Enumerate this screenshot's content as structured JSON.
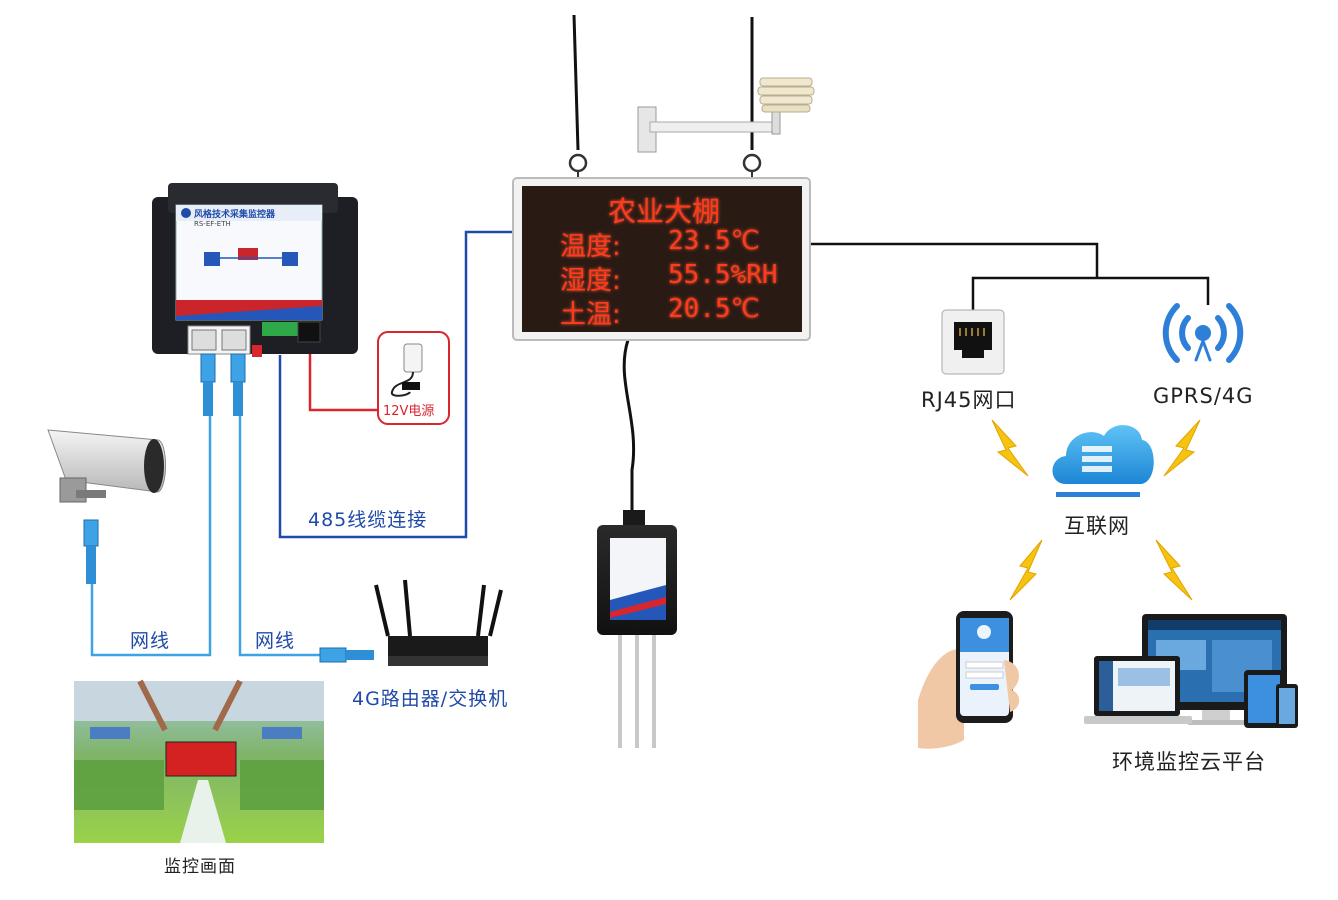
{
  "display": {
    "title": "农业大棚",
    "rows": [
      {
        "label": "温度:",
        "value": "23.5℃"
      },
      {
        "label": "湿度:",
        "value": "55.5%RH"
      },
      {
        "label": "土温:",
        "value": "20.5℃"
      }
    ]
  },
  "controller": {
    "brand": "风格技术采集监控器",
    "brand_en": "RS-EF-ETH"
  },
  "power_label": "12V电源",
  "cable_label": "485线缆连接",
  "net_cable_left": "网线",
  "net_cable_right": "网线",
  "router_label": "4G路由器/交换机",
  "monitor_label": "监控画面",
  "rj45_label": "RJ45网口",
  "gprs_label": "GPRS/4G",
  "internet_label": "互联网",
  "cloud_label": "环境监控云平台",
  "colors": {
    "cable_blue": "#1f4aa8",
    "power_red": "#d8262c",
    "led_red": "#ff3a1e",
    "lightning": "#f6c410",
    "wifi_blue": "#2e7fd8"
  }
}
